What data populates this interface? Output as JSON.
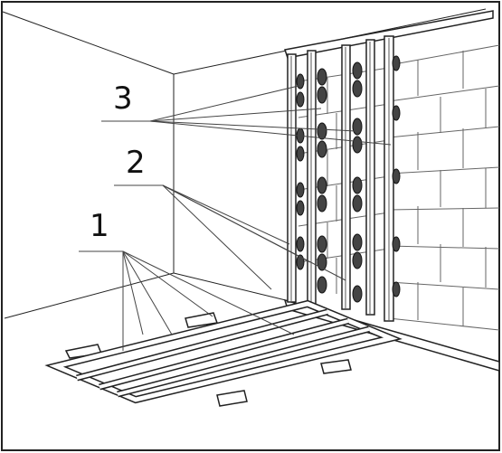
{
  "callouts": [
    {
      "id": "3",
      "text": "3"
    },
    {
      "id": "2",
      "text": "2"
    },
    {
      "id": "1",
      "text": "1"
    }
  ],
  "colors": {
    "ink": "#111111",
    "paper": "#ffffff",
    "frame": "#222222"
  },
  "icons": {
    "roller": "roller-icon"
  }
}
